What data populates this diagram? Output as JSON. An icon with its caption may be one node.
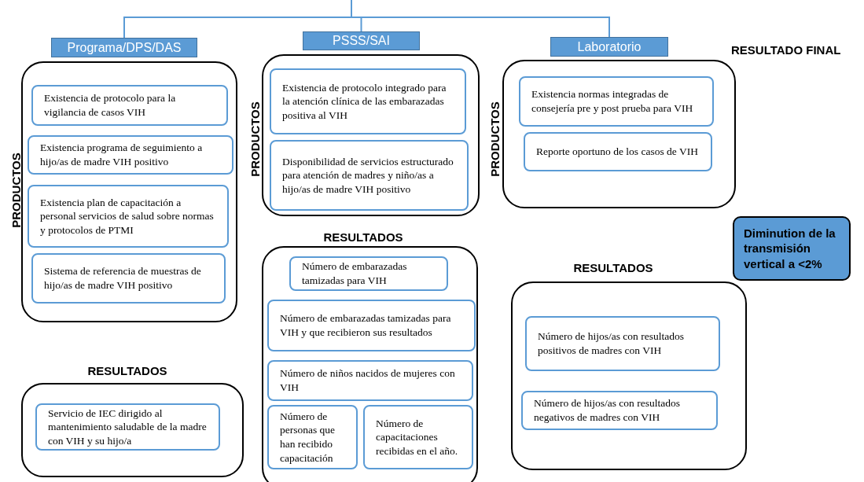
{
  "diagram": {
    "nodes": [
      {
        "text": [
          "Programa/DPS/DAS"
        ]
      },
      {
        "text": [
          "PSSS/SAI"
        ]
      },
      {
        "text": [
          "Laboratorio"
        ]
      },
      {
        "text": [
          "PRODUCTOS"
        ]
      },
      {
        "text": [
          "Existencia de protocolo para la vigilancia de casos VIH"
        ],
        "in": 3
      },
      {
        "text": [
          "Existencia programa de seguimiento a hijo/as de madre VIH positivo"
        ],
        "in": 3
      },
      {
        "text": [
          "Existencia plan de capacitación a personal servicios de salud sobre normas y protocolos de PTMI"
        ],
        "in": 3
      },
      {
        "text": [
          "Sistema de referencia de muestras de hijo/as de madre VIH positivo"
        ],
        "in": 3
      },
      {
        "text": [
          "RESULTADOS"
        ]
      },
      {
        "text": [
          "Servicio de IEC dirigido al mantenimiento saludable de la madre con VIH y su hijo/a"
        ],
        "in": 8
      },
      {
        "text": [
          "PRODUCTOS"
        ]
      },
      {
        "text": [
          "Existencia de protocolo integrado para la atención clínica de las embarazadas positiva al VIH"
        ],
        "in": 10
      },
      {
        "text": [
          "Disponibilidad de servicios estructurado para atención de madres y niño/as a hijo/as de madre VIH positivo"
        ],
        "in": 10
      },
      {
        "text": [
          "RESULTADOS"
        ]
      },
      {
        "text": [
          "Número de embarazadas tamizadas para VIH"
        ],
        "in": 13
      },
      {
        "text": [
          "Número de embarazadas tamizadas para VIH y que recibieron sus resultados"
        ],
        "in": 13
      },
      {
        "text": [
          "Número de niños nacidos de mujeres con VIH"
        ],
        "in": 13
      },
      {
        "text": [
          "Número de personas que han recibido capacitación"
        ],
        "in": 13
      },
      {
        "text": [
          "Número de capacitaciones recibidas en el año."
        ],
        "in": 13
      },
      {
        "text": [
          "PRODUCTOS"
        ]
      },
      {
        "text": [
          "Existencia normas integradas de consejería pre y post prueba para VIH"
        ],
        "in": 19
      },
      {
        "text": [
          "Reporte oportuno de los casos de VIH"
        ],
        "in": 19
      },
      {
        "text": [
          "RESULTADOS"
        ]
      },
      {
        "text": [
          "Número de hijos/as con resultados positivos de madres con VIH"
        ],
        "in": 22
      },
      {
        "text": [
          "Número de hijos/as con resultados negativos de madres con VIH"
        ],
        "in": 22
      },
      {
        "text": [
          "Diminution de la transmisión vertical a <2%"
        ]
      }
    ],
    "edges": [
      {
        "from": null,
        "to": 0,
        "arrow": "none"
      },
      {
        "from": null,
        "to": 1,
        "arrow": "none"
      },
      {
        "from": null,
        "to": 2,
        "arrow": "none"
      }
    ],
    "labels": [
      "RESULTADO FINAL"
    ]
  }
}
